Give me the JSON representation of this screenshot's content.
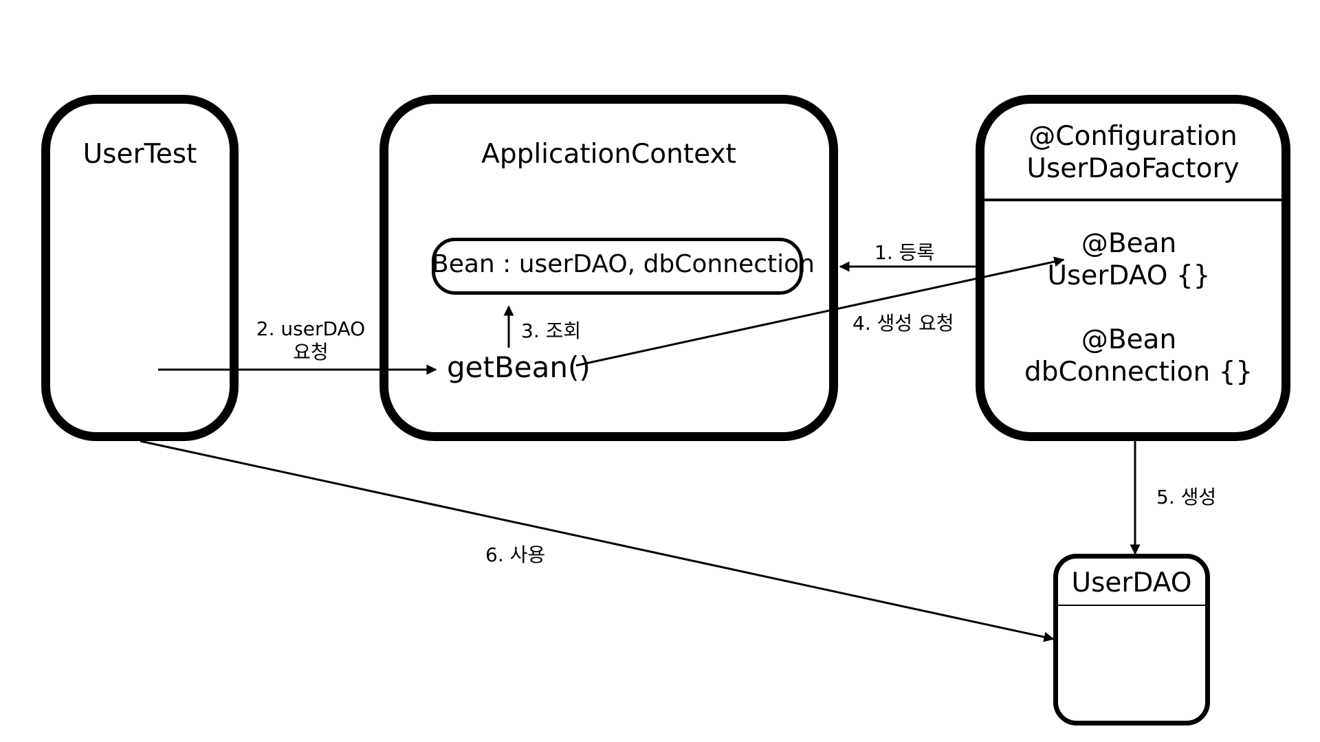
{
  "boxes": {
    "user_test": {
      "title": "UserTest"
    },
    "application_context": {
      "title": "ApplicationContext",
      "bean_registry": "Bean : userDAO, dbConnection",
      "get_bean": "getBean()"
    },
    "user_dao_factory": {
      "title_lines": [
        "@Configuration",
        "UserDaoFactory"
      ],
      "bean_user_dao": [
        "@Bean",
        "UserDAO {}"
      ],
      "bean_db_connection": [
        "@Bean",
        "dbConnection {}"
      ]
    },
    "user_dao": {
      "title": "UserDAO"
    }
  },
  "arrows": {
    "register": "1. 등록",
    "request_user_dao": [
      "2. userDAO",
      "요청"
    ],
    "lookup": "3. 조회",
    "create_request": "4. 생성 요청",
    "create": "5. 생성",
    "use": "6. 사용"
  },
  "colors": {
    "stroke": "#000000",
    "background": "#ffffff"
  }
}
